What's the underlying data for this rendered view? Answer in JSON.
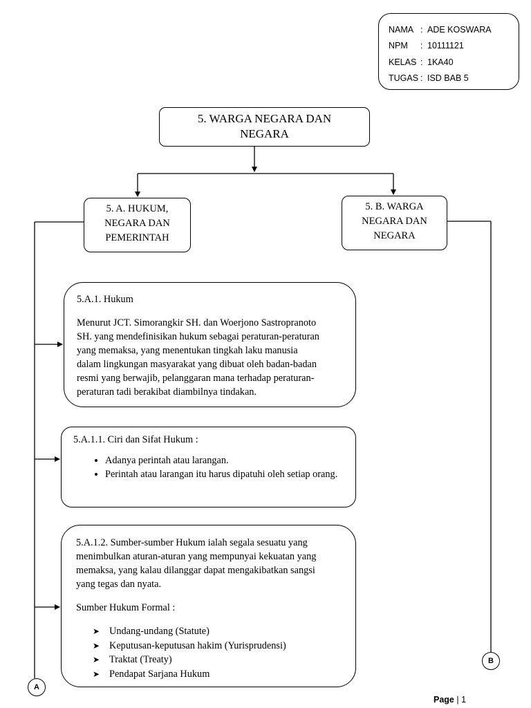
{
  "identity": {
    "rows": [
      {
        "key": "NAMA",
        "value": "ADE KOSWARA"
      },
      {
        "key": "NPM",
        "value": "10111121"
      },
      {
        "key": "KELAS",
        "value": "1KA40"
      },
      {
        "key": "TUGAS",
        "value": "ISD BAB 5"
      }
    ],
    "separator": ":"
  },
  "title": {
    "line1": "5. WARGA NEGARA DAN",
    "line2": "NEGARA"
  },
  "branch_a": {
    "line1": "5. A. HUKUM,",
    "line2": "NEGARA DAN",
    "line3": "PEMERINTAH"
  },
  "branch_b": {
    "line1": "5. B. WARGA",
    "line2": "NEGARA DAN",
    "line3": "NEGARA"
  },
  "hukum": {
    "heading": "5.A.1. Hukum",
    "lines": [
      "Menurut JCT. Simorangkir SH. dan Woerjono  Sastropranoto",
      "SH. yang mendefinisikan hukum sebagai peraturan-peraturan",
      "yang  memaksa, yang menentukan tingkah laku manusia",
      "dalam lingkungan masyarakat yang dibuat oleh badan-badan",
      "resmi yang berwajib, pelanggaran mana terhadap peraturan-",
      "peraturan tadi berakibat diambilnya tindakan."
    ]
  },
  "ciri": {
    "heading": "5.A.1.1. Ciri dan Sifat Hukum :",
    "items": [
      "Adanya perintah atau larangan.",
      "Perintah atau larangan itu harus dipatuhi oleh setiap orang."
    ]
  },
  "sumber": {
    "lines": [
      "5.A.1.2. Sumber-sumber Hukum ialah segala sesuatu yang",
      "menimbulkan aturan-aturan yang  mempunyai kekuatan yang",
      "memaksa, yang kalau dilanggar dapat mengakibatkan sangsi",
      "yang tegas dan nyata."
    ],
    "formal_heading": "Sumber Hukum Formal :",
    "items": [
      "Undang-undang (Statute)",
      "Keputusan-keputusan hakim (Yurisprudensi)",
      "Traktat (Treaty)",
      "Pendapat Sarjana Hukum"
    ]
  },
  "connectors": {
    "circle_a": "A",
    "circle_b": "B"
  },
  "footer": {
    "page_label": "Page",
    "separator": "|",
    "page_number": "1"
  }
}
